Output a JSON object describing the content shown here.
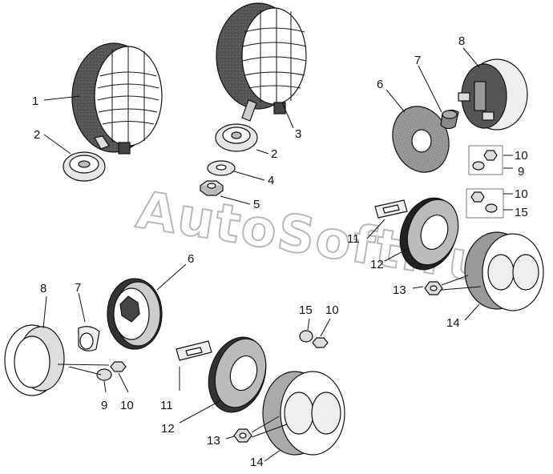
{
  "watermark": "AutoSoft.ru",
  "callouts": {
    "c1": "1",
    "c2a": "2",
    "c3": "3",
    "c2b": "2",
    "c4": "4",
    "c5": "5",
    "c6a": "6",
    "c7a": "7",
    "c8a": "8",
    "c10a": "10",
    "c9a": "9",
    "c10b": "10",
    "c15a": "15",
    "c11a": "11",
    "c12a": "12",
    "c13a": "13",
    "c14a": "14",
    "c6b": "6",
    "c8b": "8",
    "c7b": "7",
    "c9b": "9",
    "c10c": "10",
    "c15b": "15",
    "c10d": "10",
    "c11b": "11",
    "c12b": "12",
    "c13b": "13",
    "c14b": "14"
  },
  "colors": {
    "ink": "#111111",
    "dark_shell": "#4a4a4a",
    "grey_fill": "#8c8c8c",
    "light_fill": "#d9d9d9"
  }
}
